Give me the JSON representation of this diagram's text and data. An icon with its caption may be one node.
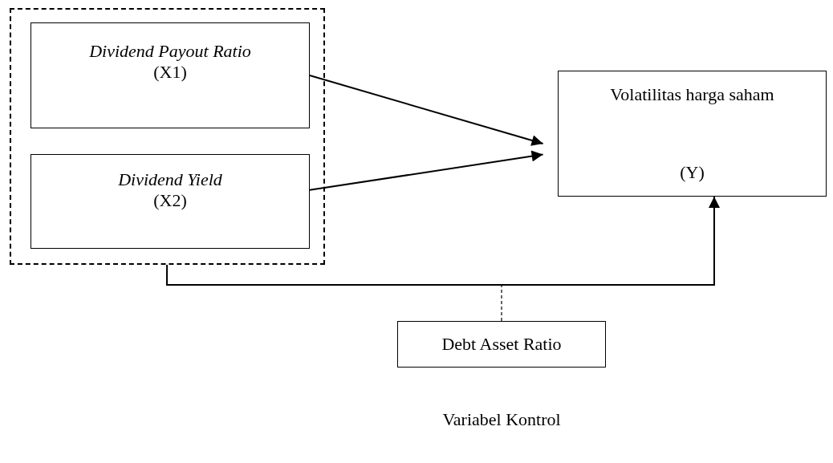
{
  "diagram": {
    "nodes": [
      {
        "text": [],
        "shape": "box"
      },
      {
        "text": [
          "Dividend Payout Ratio",
          "(X1)"
        ],
        "in": 0
      },
      {
        "text": [
          "Dividend Yield",
          "(X2)"
        ],
        "in": 0
      },
      {
        "text": [
          "Volatilitas harga saham",
          "(Y)"
        ]
      },
      {
        "text": [
          "Debt Asset Ratio"
        ],
        "beside": [
          "Variabel Kontrol"
        ]
      }
    ],
    "edges": [
      {
        "from": 1,
        "to": 3,
        "arrow": "to"
      },
      {
        "from": 2,
        "to": 3,
        "arrow": "to"
      },
      {
        "from": 0,
        "to": 3,
        "arrow": "to"
      },
      {
        "from": 4,
        "to": null,
        "arrow": "none",
        "style": "dashed"
      }
    ]
  }
}
